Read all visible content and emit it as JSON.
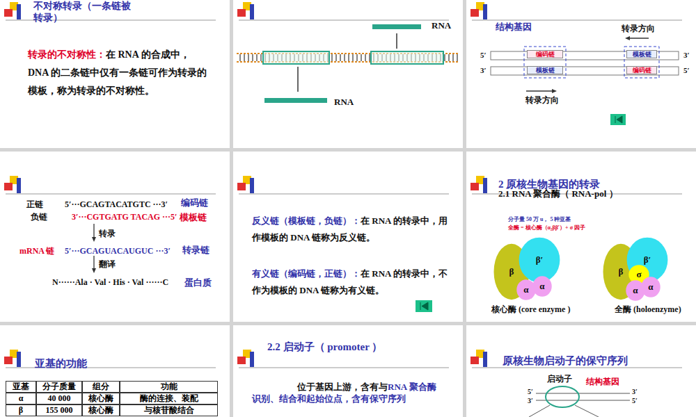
{
  "diagram": {
    "nodes": [
      {
        "text": [
          "编码链"
        ]
      },
      {
        "text": [
          "模板链"
        ]
      },
      {
        "text": [
          "模板链"
        ]
      },
      {
        "text": [
          "编码链"
        ]
      },
      {
        "text": [
          "β"
        ]
      },
      {
        "text": [
          "β′"
        ]
      },
      {
        "text": [
          "α"
        ]
      },
      {
        "text": [
          "α"
        ]
      },
      {
        "text": [
          "β"
        ]
      },
      {
        "text": [
          "β′"
        ]
      },
      {
        "text": [
          "σ"
        ]
      },
      {
        "text": [
          "α"
        ]
      },
      {
        "text": [
          "α"
        ]
      }
    ],
    "labels": [
      "不对称转录（一条链被转录）",
      "转录的不对称性：",
      "在 RNA 的合成中， DNA 的二条链中仅有一条链可作为转录的模板，称为转录的不对称性。",
      "RNA",
      "RNA",
      "结构基因",
      "转录方向",
      "5′",
      "3′",
      "3′",
      "5′",
      "转录方向",
      "正链",
      "5′···GCAGTACATGTC ···3′",
      "编码链",
      "负链",
      "3′···CGTGATG TACAG ···5′",
      "模板链",
      "转录",
      "mRNA 链",
      "5′···GCAGUACAUGUC ···3′",
      "转录链",
      "翻译",
      "N······Ala · Val · His · Val ······C",
      "蛋白质",
      "反义链（模板链，负链）：",
      "在 RNA 的转录中，用作模板的 DNA 链称为反义链。",
      "有义链（编码链，正链）：",
      "在 RNA 的转录中，不作为模板的 DNA 链称为有义链。",
      "2 原核生物基因的转录",
      "2.1 RNA 聚合酶（ RNA-pol ）",
      "分子量 50 万 u， 5 种亚基",
      "全酶 = 核心酶（α₂ββ′）+ σ 因子",
      "核心酶 (core enzyme )",
      "全酶 (holoenzyme)",
      "亚基的功能",
      "亚基",
      "分子质量",
      "组分",
      "功能",
      "α",
      "40 000",
      "核心酶",
      "酶的连接、装配",
      "β",
      "155 000",
      "核心酶",
      "与核苷酸结合",
      "2.2 启动子（ promoter ）",
      "位于基因上游，含有与",
      "RNA 聚合酶识别、结合和起始位点，含有保守序列",
      "原核生物启动子的保守序列",
      "启动子",
      "结构基因",
      "5′",
      "3′",
      "3′",
      "5′"
    ]
  }
}
